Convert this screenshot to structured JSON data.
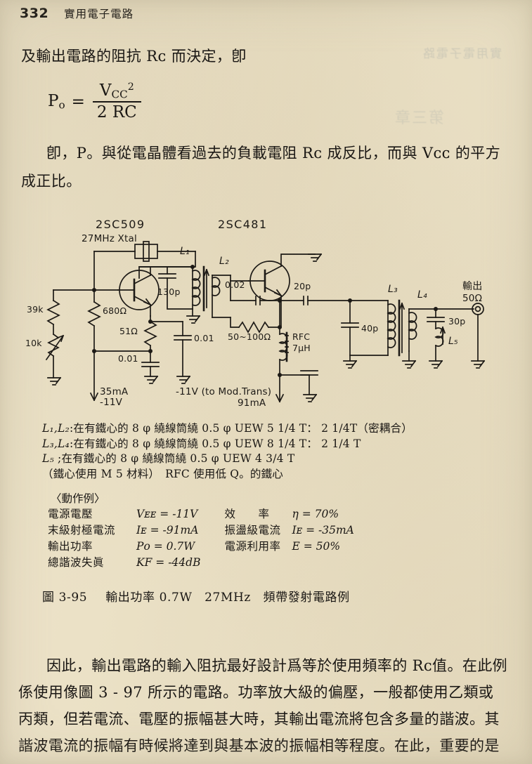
{
  "header": {
    "page_number": "332",
    "book_title": "實用電子電路"
  },
  "body": {
    "lead_line": "及輸出電路的阻抗 Rᴄ 而決定，卽",
    "formula": {
      "lhs": "P",
      "lhs_sub": "o",
      "equals": "=",
      "numerator": "V",
      "numerator_sub": "CC",
      "numerator_sup": "2",
      "denominator": "2 RC"
    },
    "para1_line1": "卽，P。與從電晶體看過去的負載電阻 Rᴄ 成反比，而與 Vᴄᴄ 的平方",
    "para1_line2": "成正比。",
    "para2_line1": "因此，輸出電路的輸入阻抗最好設計爲等於使用頻率的 Rᴄ值。在此例",
    "para2_line2": "係使用像圖 3 - 97 所示的電路。功率放大級的偏壓，一般都使用乙類或",
    "para2_line3": "丙類，但若電流、電壓的振幅甚大時，其輸出電流將包含多量的諧波。其",
    "para2_line4": "諧波電流的振幅有時候將達到與基本波的振幅相等程度。在此，重要的是"
  },
  "figure": {
    "transistor1": "2SC509",
    "transistor2": "2SC481",
    "xtal": "27MHz Xtal",
    "r_39k": "39k",
    "r_10k": "10k",
    "r_680": "680Ω",
    "r_51": "51Ω",
    "c_001_a": "0.01",
    "c_001_b": "0.01",
    "c_130p": "130p",
    "c_002": "0.02",
    "r_50_100": "50~100Ω",
    "c_20p": "20p",
    "rfc_label": "RFC",
    "rfc_value": "7μH",
    "c_40p": "40p",
    "c_30p": "30p",
    "coil_l1": "L₁",
    "coil_l2": "L₂",
    "coil_l3": "L₃",
    "coil_l4": "L₄",
    "coil_l5": "L₅",
    "supply1_current": "35mA",
    "supply1_voltage": "-11V",
    "supply2_label": "-11V (to Mod.Trans)",
    "supply2_current": "91mA",
    "output_label": "輸出",
    "output_impedance": "50Ω"
  },
  "notes": {
    "line1_label": "L₁,L₂",
    "line1_text": ":在有鐵心的 8 φ 繞線筒繞 0.5 φ UEW 5 1/4 T： 2 1/4T（密耦合）",
    "line2_label": "L₃,L₄",
    "line2_text": ":在有鐵心的 8 φ 繞線筒繞 0.5 φ UEW 8 1/4 T： 2 1/4 T",
    "line3_label": "L₅",
    "line3_text": " ;在有鐵心的 8 φ 繞線筒繞 0.5 φ UEW 4 3/4 T",
    "line4_text": "（鐵心使用 M 5 材料）　RFC 使用低 Q。的鐵心"
  },
  "operating_example": {
    "heading": "〈動作例〉",
    "rows": [
      {
        "label": "電源電壓",
        "value": "Vᴇᴇ = -11V",
        "label2": "效　　率",
        "value2": "η = 70%"
      },
      {
        "label": "末級射極電流",
        "value": "Iᴇ = -91mA",
        "label2": "振盪級電流",
        "value2": "Iᴇ = -35mA"
      },
      {
        "label": "輸出功率",
        "value": "Pᴏ = 0.7W",
        "label2": "電源利用率",
        "value2": "E = 50%"
      },
      {
        "label": "總諧波失眞",
        "value": "KF = -44dB",
        "label2": "",
        "value2": ""
      }
    ]
  },
  "caption": {
    "number": "圖 3-95",
    "text": "輸出功率 0.7W　27MHz　頻帶發射電路例"
  },
  "bleed_text": {
    "top_right": "實用電子電路",
    "mid_right": "第三章"
  },
  "colors": {
    "paper": "#f6f1e3",
    "ink": "#1a1714",
    "bleed_ink": "#9fa6a4"
  }
}
